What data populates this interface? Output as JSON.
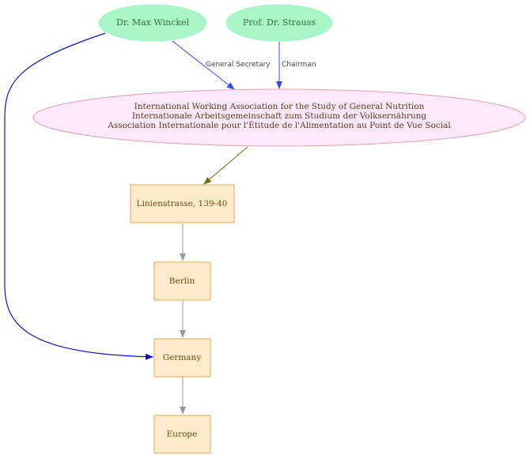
{
  "diagram": {
    "nodes": {
      "winckel": {
        "label": "Dr. Max Winckel",
        "shape": "ellipse",
        "fill": "#a8f5c8",
        "stroke": "#a8f5c8"
      },
      "strauss": {
        "label": "Prof. Dr. Strauss",
        "shape": "ellipse",
        "fill": "#a8f5c8",
        "stroke": "#a8f5c8"
      },
      "association": {
        "shape": "ellipse",
        "fill": "#fde9fb",
        "stroke": "#e3a0a8",
        "lines": [
          "International Working Association for the Study of General Nutrition",
          "Internationale Arbeitsgemeinschaft zum Studium der Volksernährung",
          "Association Internationale pour l'Étitude de l'Alimentation au Point de Vue Social"
        ]
      },
      "linienstrasse": {
        "label": "Linienstrasse, 139-40",
        "shape": "box",
        "fill": "#fdebc9",
        "stroke": "#e0a85c"
      },
      "berlin": {
        "label": "Berlin",
        "shape": "box",
        "fill": "#fdebc9",
        "stroke": "#e0a85c"
      },
      "germany": {
        "label": "Germany",
        "shape": "box",
        "fill": "#fdebc9",
        "stroke": "#e0a85c"
      },
      "europe": {
        "label": "Europe",
        "shape": "box",
        "fill": "#fdebc9",
        "stroke": "#e0a85c"
      }
    },
    "edges": {
      "winckel_to_association": {
        "label": "General Secretary",
        "color": "#3b48e8"
      },
      "strauss_to_association": {
        "label": "Chairman",
        "color": "#3b48e8"
      },
      "association_to_linienstrasse": {
        "label": "",
        "color": "#6b7300"
      },
      "linienstrasse_to_berlin": {
        "label": "",
        "color": "#9a9a9a"
      },
      "berlin_to_germany": {
        "label": "",
        "color": "#9a9a9a"
      },
      "germany_to_europe": {
        "label": "",
        "color": "#9a9a9a"
      },
      "winckel_to_germany": {
        "label": "",
        "color": "#1010c8"
      }
    }
  }
}
